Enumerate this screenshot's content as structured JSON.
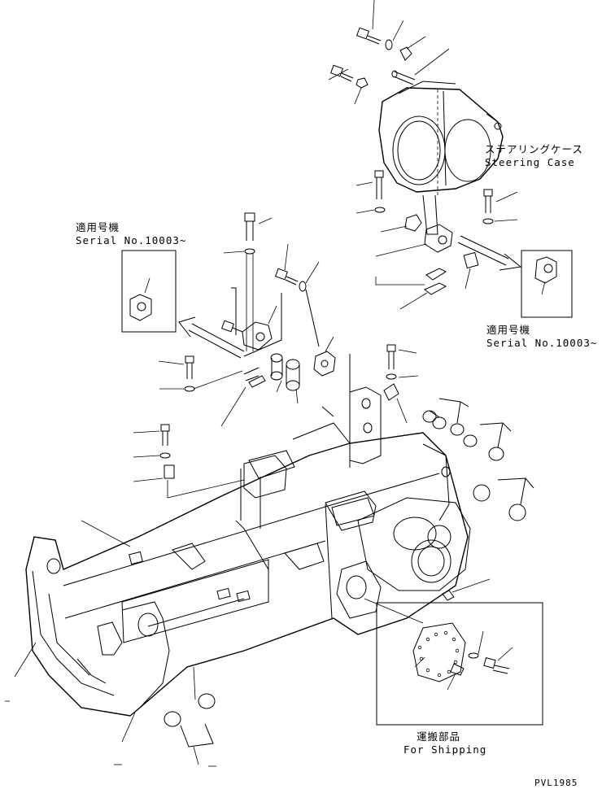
{
  "labels": {
    "steering_case_jp": "ステアリングケース",
    "steering_case_en": "Steering Case",
    "serial_left_jp": "適用号機",
    "serial_left_en": "Serial No.10003~",
    "serial_right_jp": "適用号機",
    "serial_right_en": "Serial No.10003~",
    "shipping_jp": "運搬部品",
    "shipping_en": "For Shipping",
    "drawing_code": "PVL1985"
  },
  "colors": {
    "line": "#000000",
    "background": "#ffffff"
  }
}
